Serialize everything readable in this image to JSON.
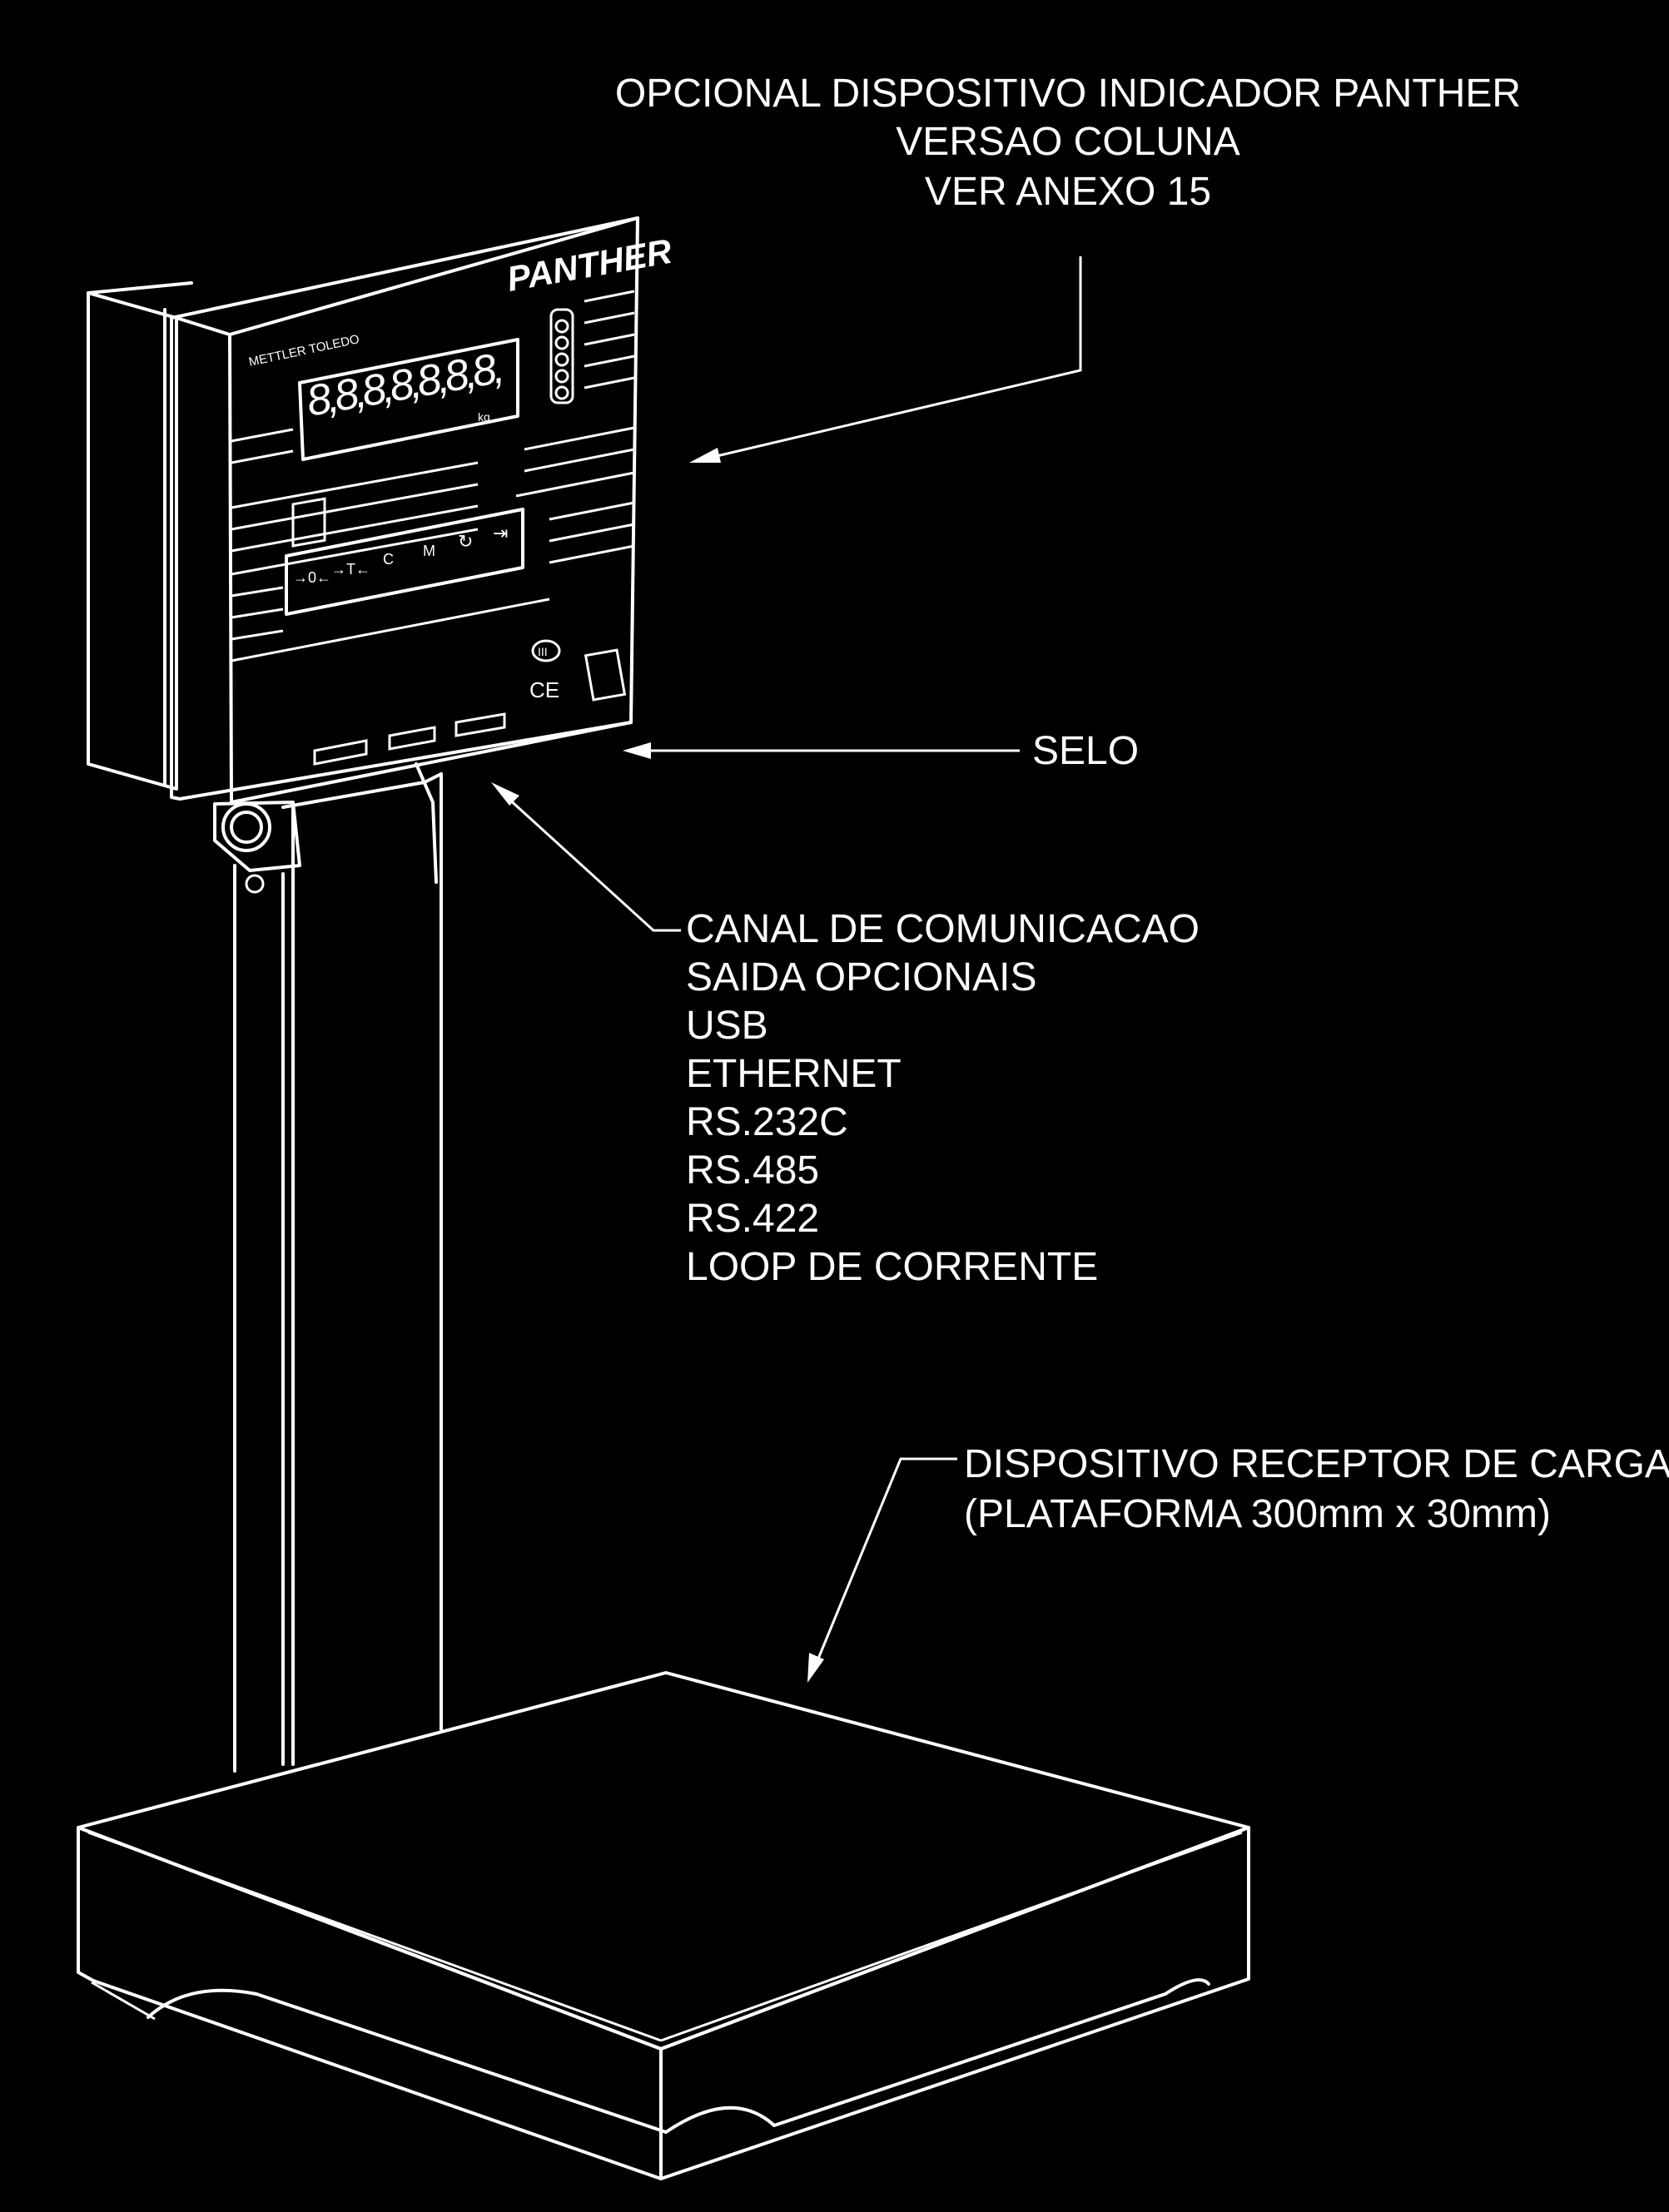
{
  "annotations": {
    "indicator_title_1": "OPCIONAL DISPOSITIVO INDICADOR PANTHER",
    "indicator_title_2": "VERSAO COLUNA",
    "indicator_title_3": "VER ANEXO 15",
    "seal_label": "SELO",
    "comm_title": "CANAL DE COMUNICACAO",
    "comm_options": [
      "SAIDA OPCIONAIS",
      "USB",
      "ETHERNET",
      "RS.232C",
      "RS.485",
      "RS.422",
      "LOOP DE CORRENTE"
    ],
    "receptor_1": "DISPOSITIVO RECEPTOR DE CARGA",
    "receptor_2": "(PLATAFORMA 300mm x 30mm)"
  },
  "device": {
    "brand_logo": "PANTHER",
    "maker": "METTLER TOLEDO",
    "display_digits": "8,8,8,8,8,8,8,",
    "unit_kg": "kg",
    "keys": [
      "→0←",
      "→T←",
      "C",
      "M",
      "↻",
      "⇥"
    ],
    "mark_ce": "CE",
    "mark_class": "III"
  },
  "colors": {
    "background": "#000000",
    "line": "#ffffff"
  }
}
